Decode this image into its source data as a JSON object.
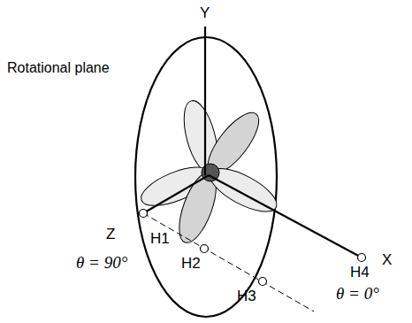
{
  "diagram": {
    "labels": [
      "Y",
      "Rotational plane",
      "Z",
      "H1",
      "θ = 90°",
      "H2",
      "H3",
      "H4",
      "X",
      "θ = 0°"
    ]
  }
}
